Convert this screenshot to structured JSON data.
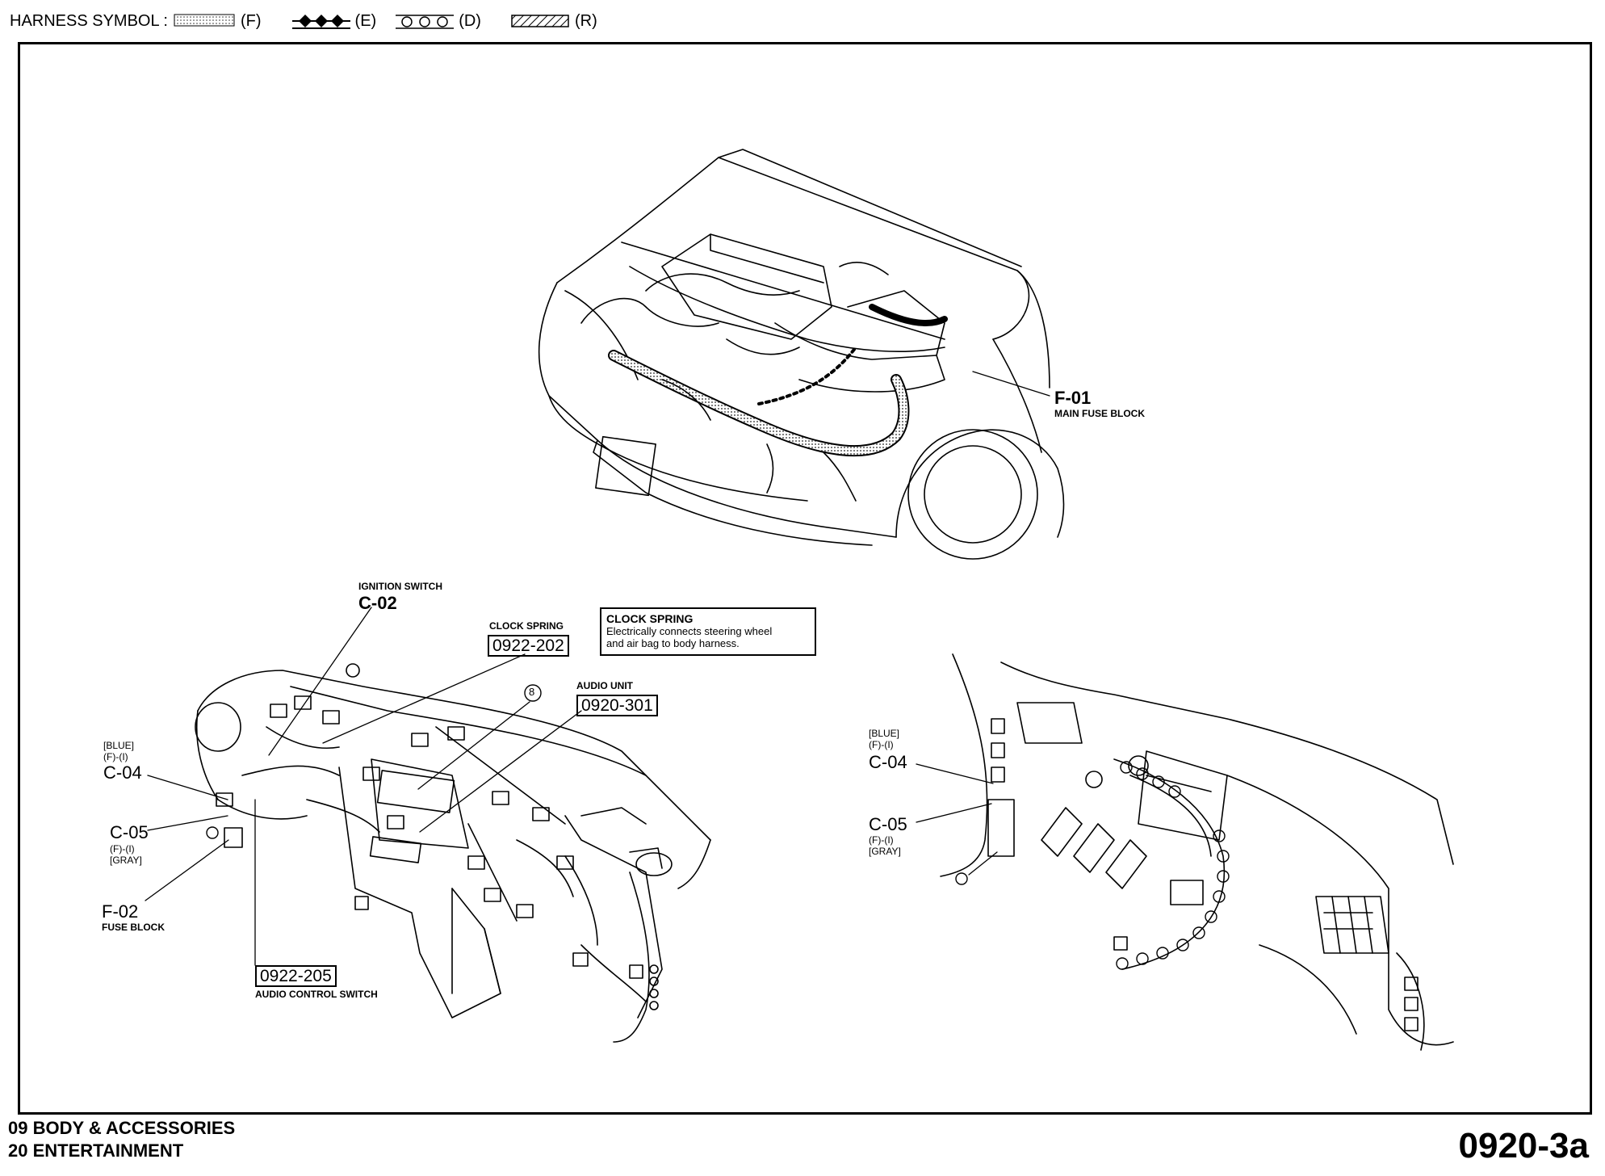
{
  "legend": {
    "title": "HARNESS SYMBOL :",
    "items": [
      {
        "code": "(F)",
        "symbol": "dotted-band"
      },
      {
        "code": "(E)",
        "symbol": "diamond-chain"
      },
      {
        "code": "(D)",
        "symbol": "circle-chain"
      },
      {
        "code": "(R)",
        "symbol": "hatched-band"
      }
    ]
  },
  "callouts": {
    "f01": {
      "code": "F-01",
      "desc": "MAIN FUSE BLOCK"
    },
    "c02": {
      "desc": "IGNITION SWITCH",
      "code": "C-02"
    },
    "clock_spring": {
      "desc": "CLOCK SPRING",
      "ref": "0922-202"
    },
    "audio_unit": {
      "desc": "AUDIO UNIT",
      "ref": "0920-301"
    },
    "marker8": "8",
    "c04_left": {
      "color": "[BLUE]",
      "harness": "(F)-(I)",
      "code": "C-04"
    },
    "c05_left": {
      "code": "C-05",
      "harness": "(F)-(I)",
      "color": "[GRAY]"
    },
    "f02": {
      "code": "F-02",
      "desc": "FUSE BLOCK"
    },
    "audio_control": {
      "ref": "0922-205",
      "desc": "AUDIO CONTROL SWITCH"
    },
    "c04_right": {
      "color": "[BLUE]",
      "harness": "(F)-(I)",
      "code": "C-04"
    },
    "c05_right": {
      "code": "C-05",
      "harness": "(F)-(I)",
      "color": "[GRAY]"
    }
  },
  "note": {
    "title": "CLOCK SPRING",
    "line1": "Electrically connects steering wheel",
    "line2": "and air bag to body harness."
  },
  "footer": {
    "line1": "09  BODY & ACCESSORIES",
    "line2": "20  ENTERTAINMENT",
    "page_id": "0920-3a"
  }
}
